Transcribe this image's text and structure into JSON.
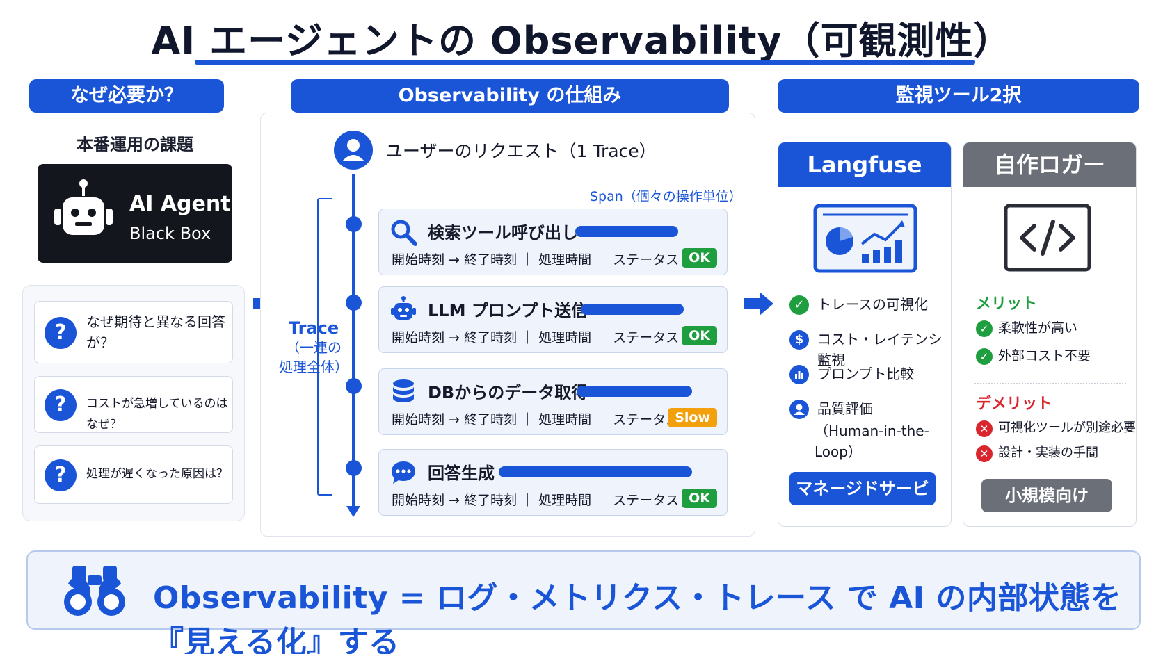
{
  "title": "AI エージェントの Observability（可観測性）",
  "columns": {
    "left": {
      "header": "なぜ必要か？",
      "subtitle": "本番運用の課題",
      "blackbox": {
        "line1": "AI Agent",
        "line2": "Black Box"
      },
      "questions": [
        {
          "text": "なぜ期待と異なる回答が？"
        },
        {
          "text": "コストが急増しているのはなぜ？"
        },
        {
          "text": "処理が遅くなった原因は？"
        }
      ]
    },
    "middle": {
      "header": "Observability の仕組み",
      "request": "ユーザーのリクエスト（1 Trace）",
      "span_label": "Span（個々の操作単位）",
      "trace_label": {
        "line1": "Trace",
        "line2": "（一連の",
        "line3": "処理全体）"
      },
      "meta_text": "開始時刻 → 終了時刻 ｜ 処理時間 ｜ ステータス",
      "spans": [
        {
          "title": "検索ツール呼び出し",
          "status": "OK",
          "status_color": "#1e9e3f",
          "icon": "search-icon"
        },
        {
          "title": "LLM プロンプト送信",
          "status": "OK",
          "status_color": "#1e9e3f",
          "icon": "robot-icon"
        },
        {
          "title": "DBからのデータ取得",
          "status": "Slow",
          "status_color": "#f2a10c",
          "icon": "database-icon"
        },
        {
          "title": "回答生成",
          "status": "OK",
          "status_color": "#1e9e3f",
          "icon": "chat-icon"
        }
      ]
    },
    "right": {
      "header": "監視ツール2択",
      "langfuse": {
        "name": "Langfuse",
        "features": [
          {
            "text": "トレースの可視化",
            "icon": "check-icon"
          },
          {
            "text": "コスト・レイテンシ監視",
            "icon": "dollar-icon"
          },
          {
            "text": "プロンプト比較",
            "icon": "bar-chart-icon"
          },
          {
            "text": "品質評価",
            "text2": "（Human-in-the-Loop）",
            "icon": "user-icon"
          }
        ],
        "button": "マネージドサービス"
      },
      "custom_logger": {
        "name": "自作ロガー",
        "merit_label": "メリット",
        "merits": [
          "柔軟性が高い",
          "外部コスト不要"
        ],
        "demerit_label": "デメリット",
        "demerits": [
          "可視化ツールが別途必要",
          "設計・実装の手間"
        ],
        "button": "小規模向け"
      }
    }
  },
  "banner": "Observability = ログ・メトリクス・トレース で AI の内部状態を『見える化』する",
  "colors": {
    "primary": "#1a55d8",
    "ok": "#1e9e3f",
    "slow": "#f2a10c",
    "merit": "#1e9e3f",
    "demerit": "#d9262d",
    "dark": "#14161d",
    "gray_head": "#6b6f78"
  }
}
